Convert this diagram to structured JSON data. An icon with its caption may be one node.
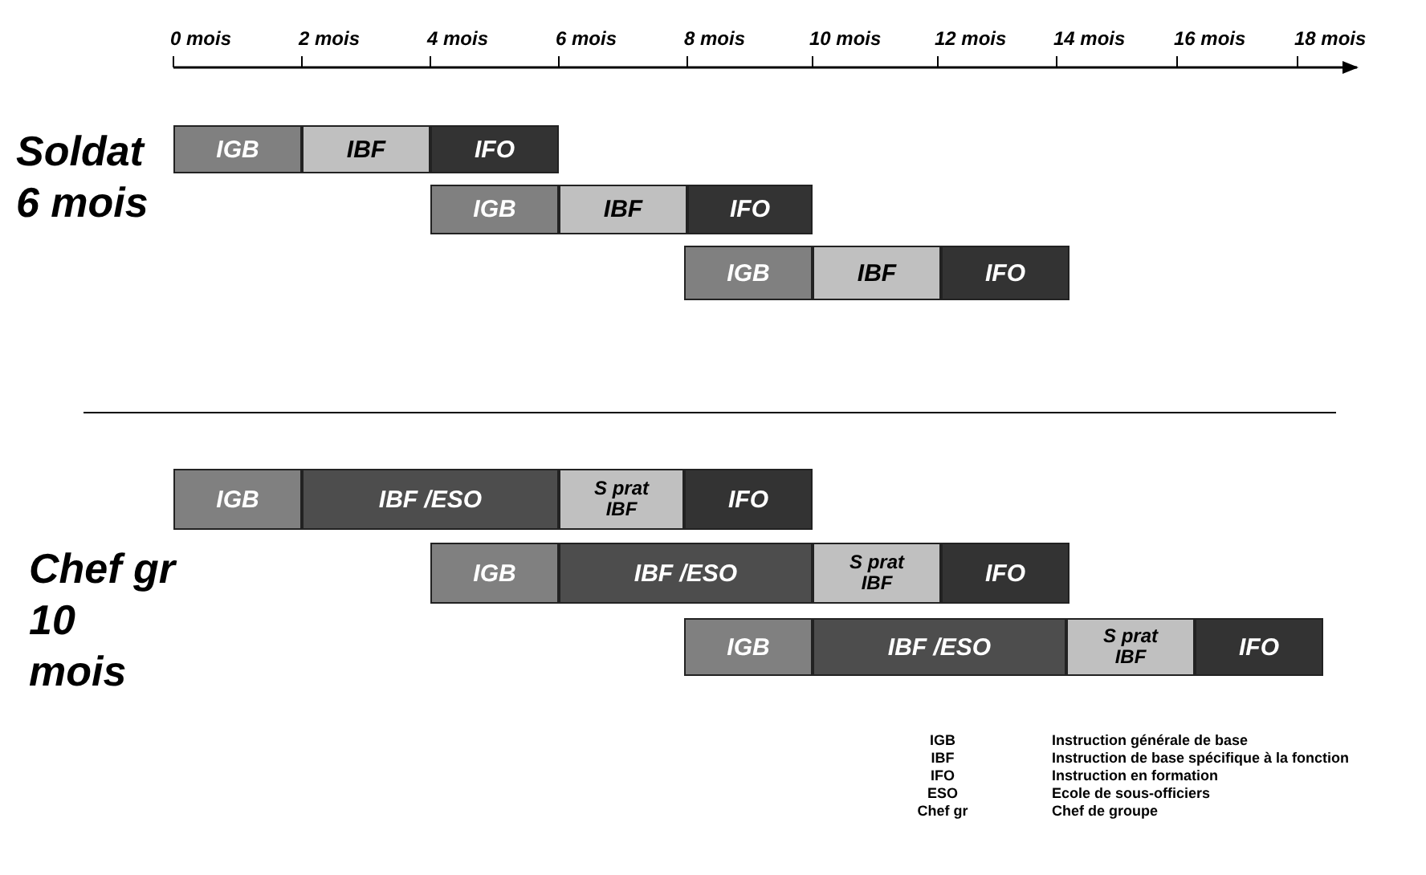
{
  "diagram": {
    "nodes": [
      {
        "text": [
          "IGB"
        ]
      },
      {
        "text": [
          "IBF"
        ]
      },
      {
        "text": [
          "IFO"
        ]
      },
      {
        "text": [
          "IGB"
        ]
      },
      {
        "text": [
          "IBF"
        ]
      },
      {
        "text": [
          "IFO"
        ]
      },
      {
        "text": [
          "IGB"
        ]
      },
      {
        "text": [
          "IBF"
        ]
      },
      {
        "text": [
          "IFO"
        ]
      },
      {
        "text": [
          "IGB"
        ]
      },
      {
        "text": [
          "IBF /ESO"
        ]
      },
      {
        "text": [
          "S prat IBF"
        ]
      },
      {
        "text": [
          "IFO"
        ]
      },
      {
        "text": [
          "IGB"
        ]
      },
      {
        "text": [
          "IBF /ESO"
        ]
      },
      {
        "text": [
          "S prat IBF"
        ]
      },
      {
        "text": [
          "IFO"
        ]
      },
      {
        "text": [
          "IGB"
        ]
      },
      {
        "text": [
          "IBF /ESO"
        ]
      },
      {
        "text": [
          "S prat IBF"
        ]
      },
      {
        "text": [
          "IFO"
        ]
      }
    ],
    "edges": [],
    "labels": [
      "0 mois",
      "2 mois",
      "4 mois",
      "6 mois",
      "8 mois",
      "10 mois",
      "12 mois",
      "14 mois",
      "16 mois",
      "18 mois",
      "Soldat 6 mois",
      "Chef gr 10 mois",
      "IGB",
      "Instruction générale de base",
      "IBF",
      "Instruction de base spécifique à la fonction",
      "IFO",
      "Instruction en formation",
      "ESO",
      "Ecole de sous-officiers",
      "Chef gr",
      "Chef de groupe"
    ]
  }
}
